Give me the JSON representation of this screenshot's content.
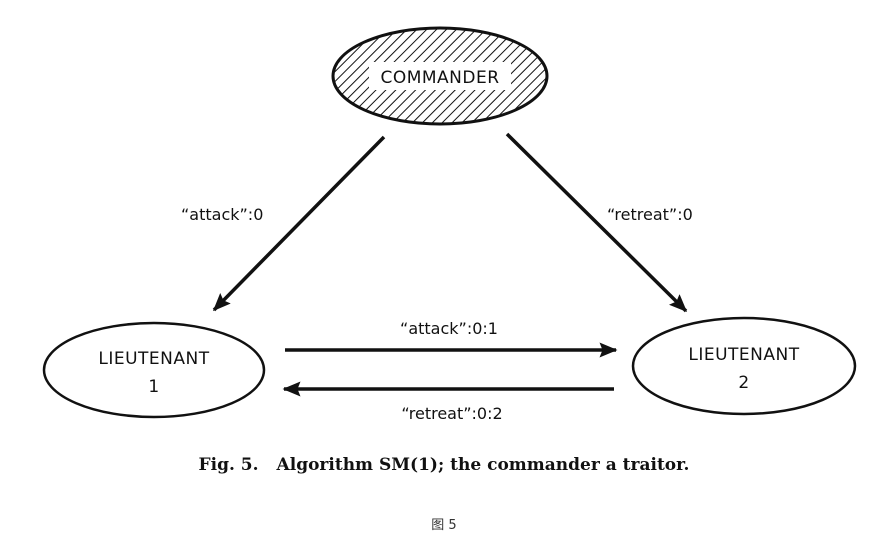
{
  "nodes": {
    "commander": {
      "label": "COMMANDER",
      "style": "hatched"
    },
    "lieutenant1": {
      "line1": "LIEUTENANT",
      "line2": "1"
    },
    "lieutenant2": {
      "line1": "LIEUTENANT",
      "line2": "2"
    }
  },
  "edges": {
    "commander_to_l1": {
      "label": "“attack”:0"
    },
    "commander_to_l2": {
      "label": "“retreat”:0"
    },
    "l1_to_l2": {
      "label": "“attack”:0:1"
    },
    "l2_to_l1": {
      "label": "“retreat”:0:2"
    }
  },
  "caption": {
    "number": "Fig. 5.",
    "text": "Algorithm SM(1); the commander a traitor."
  },
  "subcaption": "图 5"
}
